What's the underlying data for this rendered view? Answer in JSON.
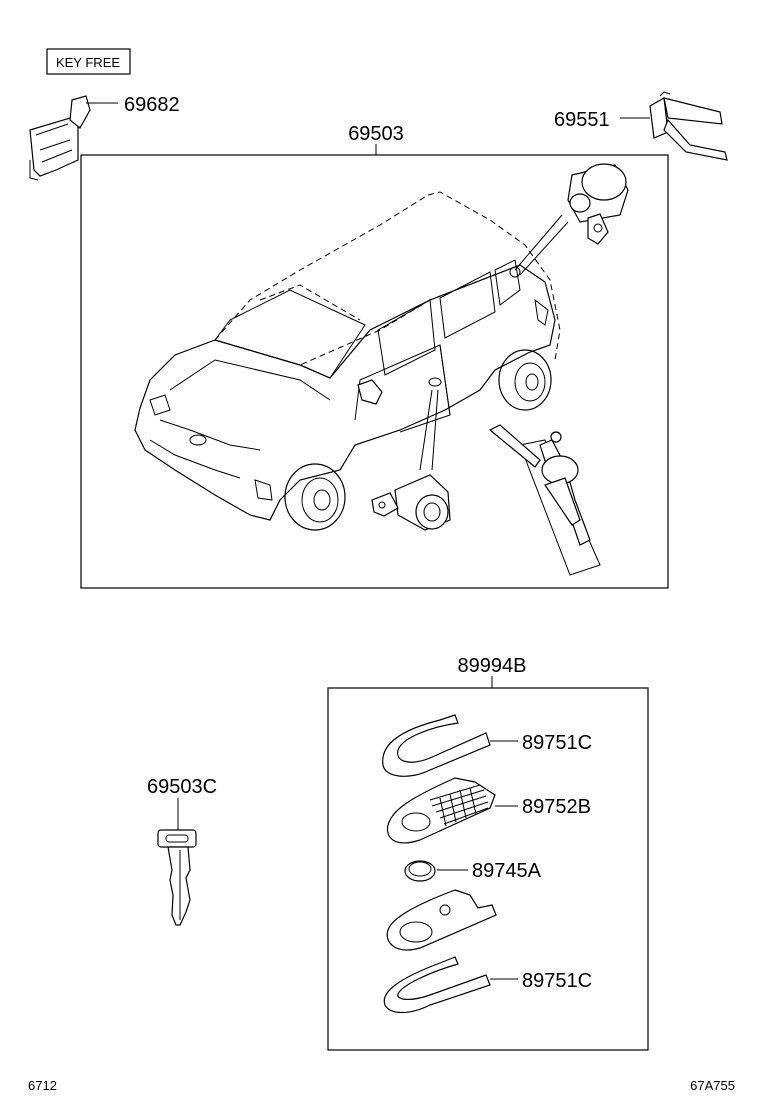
{
  "header": {
    "badge": "KEY FREE"
  },
  "callouts": {
    "clip_left": "69682",
    "lock_set": "69503",
    "clip_right": "69551",
    "key_blank": "69503C",
    "transmitter": "89994B",
    "cover_upper": "89751C",
    "case": "89752B",
    "battery": "89745A",
    "cover_lower": "89751C"
  },
  "footer": {
    "left_code": "6712",
    "right_code": "67A755"
  }
}
